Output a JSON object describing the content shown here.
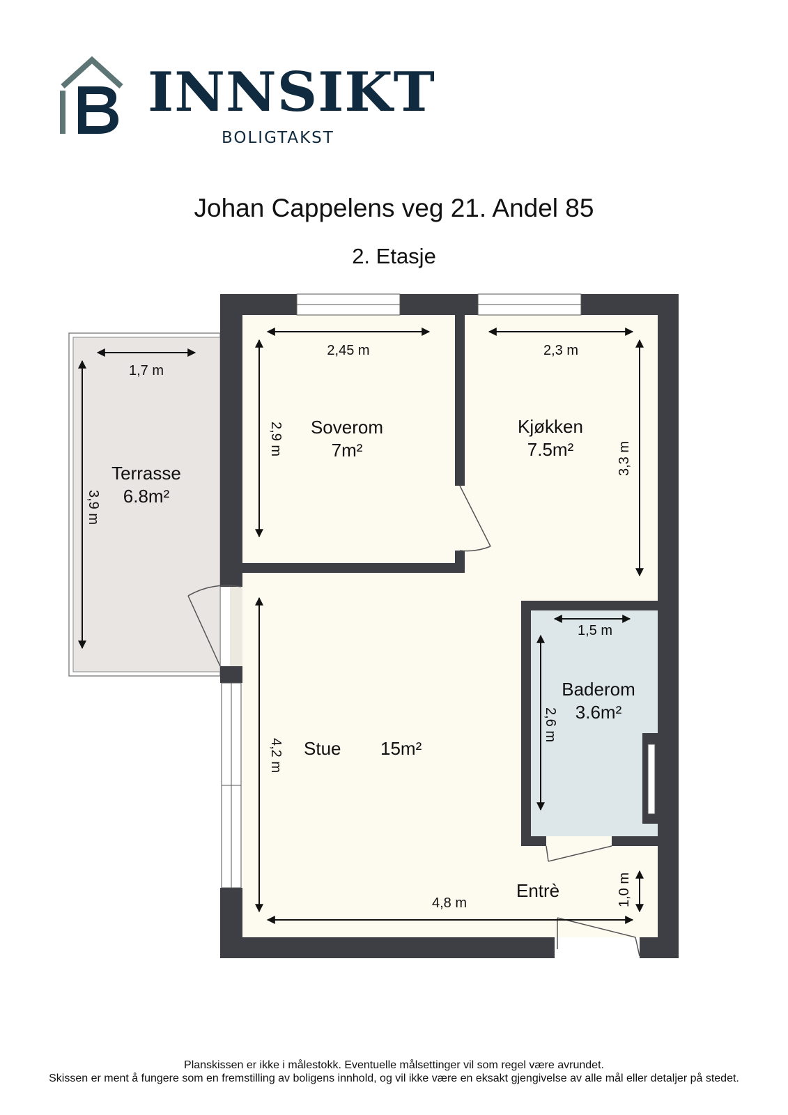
{
  "brand": {
    "name": "INNSIKT",
    "tagline": "BOLIGTAKST",
    "logo_icon": "house-b-icon"
  },
  "title": "Johan Cappelens veg 21. Andel 85",
  "floor": "2. Etasje",
  "rooms": {
    "terrasse": {
      "name": "Terrasse",
      "area": "6.8m²",
      "width": "1,7 m",
      "length": "3,9 m"
    },
    "soverom": {
      "name": "Soverom",
      "area": "7m²",
      "width": "2,45 m",
      "length": "2,9 m"
    },
    "kjokken": {
      "name": "Kjøkken",
      "area": "7.5m²",
      "width": "2,3 m",
      "length": "3,3 m"
    },
    "baderom": {
      "name": "Baderom",
      "area": "3.6m²",
      "width": "1,5 m",
      "length": "2,6 m"
    },
    "stue": {
      "name": "Stue",
      "area": "15m²",
      "width": "4,8 m",
      "length": "4,2 m"
    },
    "entre": {
      "name": "Entrè",
      "length": "1,0 m"
    }
  },
  "disclaimer": {
    "line1": "Planskissen er ikke i målestokk. Eventuelle målsettinger vil som regel være avrundet.",
    "line2": "Skissen er ment å fungere som en fremstilling av boligens innhold, og vil ikke være en eksakt gjengivelse av alle mål eller detaljer på stedet."
  },
  "colors": {
    "wall": "#3d3f44",
    "floor": "#fdfbf0",
    "terrace": "#e8e5e3",
    "bathroom": "#dde6e9",
    "brand_dark": "#102b3f",
    "brand_grey": "#5d7575"
  }
}
